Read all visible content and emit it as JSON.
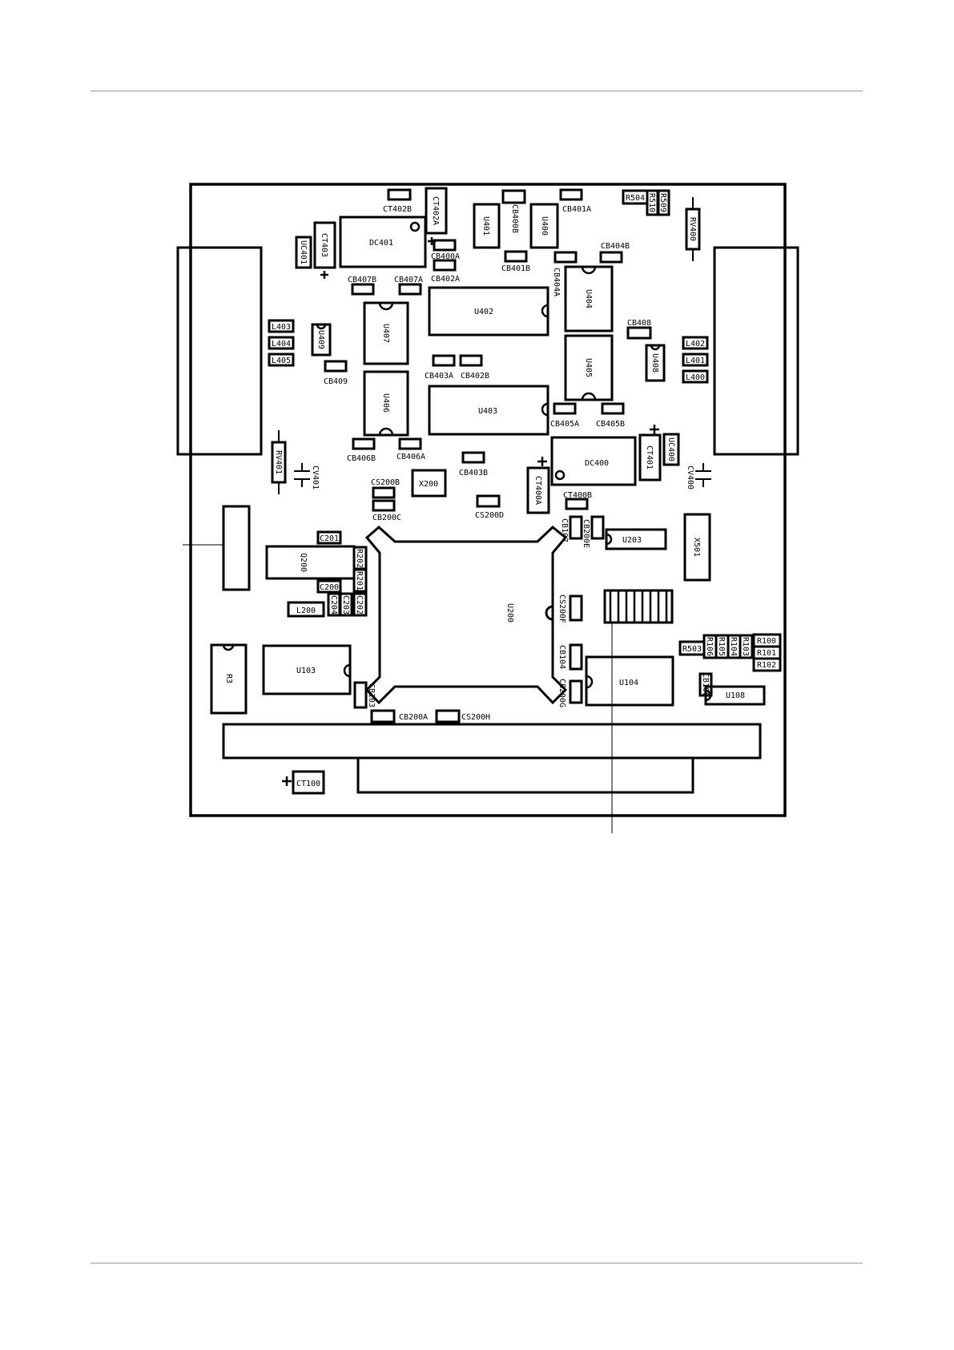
{
  "page": {
    "background": "#ffffff",
    "rule_color": "#9a9a9a",
    "ink": "#000000"
  },
  "board": {
    "labels": {
      "CT402B": "CT402B",
      "CT402A": "CT402A",
      "U401": "U401",
      "CB400B": "CB400B",
      "U400": "U400",
      "CB401A": "CB401A",
      "R504": "R504",
      "R510": "R510",
      "R509": "R509",
      "RV400": "RV400",
      "UC401": "UC401",
      "CT403": "CT403",
      "DC401": "DC401",
      "CB400A": "CB400A",
      "CB402A": "CB402A",
      "CB401B": "CB401B",
      "CB404A": "CB404A",
      "U404": "U404",
      "CB404B": "CB404B",
      "CB407B": "CB407B",
      "CB407A": "CB407A",
      "U402": "U402",
      "CB408": "CB408",
      "L403": "L403",
      "L404": "L404",
      "L405": "L405",
      "U409": "U409",
      "U407": "U407",
      "L402": "L402",
      "L401": "L401",
      "L400": "L400",
      "U408": "U408",
      "U405": "U405",
      "CB409": "CB409",
      "CB403A": "CB403A",
      "CB402B": "CB402B",
      "U406": "U406",
      "U403": "U403",
      "CB405A": "CB405A",
      "CB405B": "CB405B",
      "RV401": "RV401",
      "CB406B": "CB406B",
      "CB406A": "CB406A",
      "CB403B": "CB403B",
      "DC400": "DC400",
      "CT401": "CT401",
      "UC400": "UC400",
      "CV401": "CV401",
      "CV400": "CV400",
      "CS200B": "CS200B",
      "X200": "X200",
      "CB200C": "CB200C",
      "CS200D": "CS200D",
      "CT400A": "CT400A",
      "CT400B": "CT400B",
      "CB107": "CB107",
      "CB200E": "CB200E",
      "U203": "U203",
      "X501": "X501",
      "C201": "C201",
      "Q200": "Q200",
      "R202": "R202",
      "R201": "R201",
      "C200": "C200",
      "C204": "C204",
      "C203": "C203",
      "C202": "C202",
      "L200": "L200",
      "U200": "U200",
      "CS200F": "CS200F",
      "R503": "R503",
      "R106": "R106",
      "R105": "R105",
      "R104": "R104",
      "R103": "R103",
      "R100": "R100",
      "R101": "R101",
      "R102": "R102",
      "R3": "R3",
      "U103": "U103",
      "CB104": "CB104",
      "U104": "U104",
      "CB108": "CB108",
      "U108": "U108",
      "CB103": "CB103",
      "CB200G": "CB200G",
      "CB200A": "CB200A",
      "CS200H": "CS200H",
      "CT100": "CT100"
    }
  }
}
